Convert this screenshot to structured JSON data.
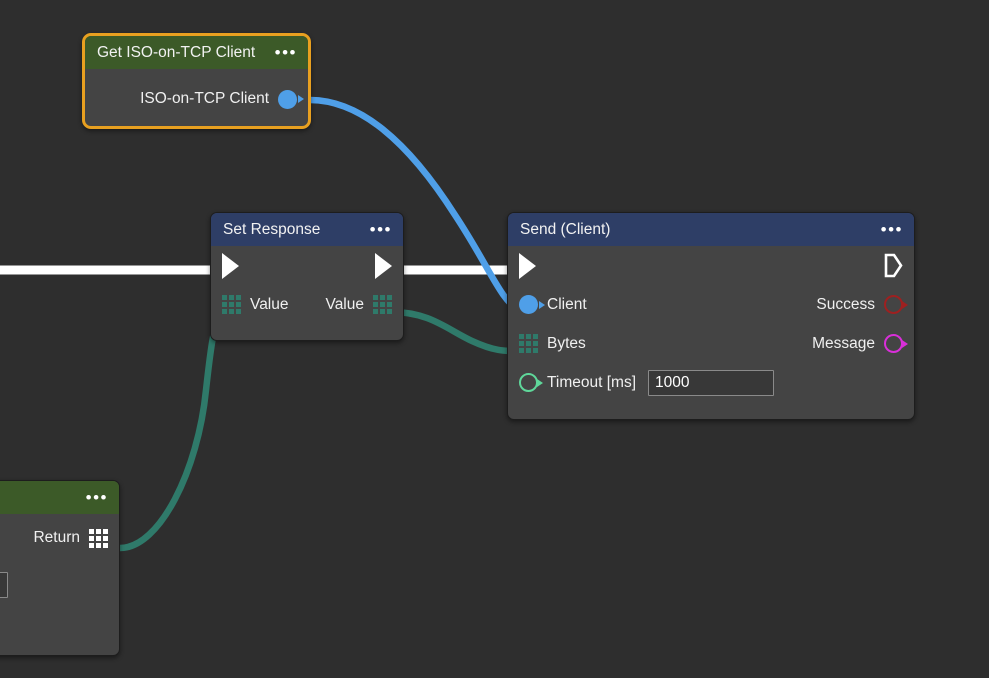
{
  "editor": {
    "background_color": "#2e2e2e",
    "node_body_color": "#444444",
    "selection_color": "#e8a020"
  },
  "nodes": [
    {
      "id": "get-client",
      "title": "Get ISO-on-TCP Client",
      "menu": "•••",
      "header_color": "#3c5a28",
      "selected": true,
      "outputs": [
        {
          "label": "ISO-on-TCP Client",
          "pin": "circle-filled-icon",
          "color": "#4f9fe8"
        }
      ]
    },
    {
      "id": "set-response",
      "title": "Set Response",
      "menu": "•••",
      "header_color": "#2e3e66",
      "selected": false,
      "exec_in": "exec-arrow-filled-icon",
      "exec_out": "exec-arrow-filled-icon",
      "input_label": "Value",
      "output_label": "Value",
      "grid_color": "#2f7a6a"
    },
    {
      "id": "send-client",
      "title": "Send (Client)",
      "menu": "•••",
      "header_color": "#2e3e66",
      "selected": false,
      "exec_in": "exec-arrow-filled-icon",
      "exec_out": "exec-arrow-hollow-icon",
      "inputs": [
        {
          "label": "Client",
          "pin": "circle-filled-icon",
          "color": "#4f9fe8"
        },
        {
          "label": "Bytes",
          "pin": "grid-icon",
          "color": "#2f7a6a"
        },
        {
          "label": "Timeout [ms]",
          "pin": "circle-hollow-icon",
          "color": "#5fd79a",
          "value": "1000"
        }
      ],
      "outputs": [
        {
          "label": "Success",
          "pin": "circle-hollow-icon",
          "color": "#9e2020"
        },
        {
          "label": "Message",
          "pin": "circle-hollow-icon",
          "color": "#d92fd9"
        }
      ]
    },
    {
      "id": "return",
      "title": "",
      "menu": "•••",
      "header_color": "#3c5a28",
      "selected": false,
      "outputs": [
        {
          "label": "Return",
          "pin": "grid-icon",
          "color": "#ffffff"
        }
      ],
      "field_value": ""
    }
  ],
  "wires": [
    {
      "name": "exec-in-to-set-response",
      "color": "#ffffff",
      "kind": "exec"
    },
    {
      "name": "set-response-exec-to-send-exec",
      "color": "#ffffff",
      "kind": "exec"
    },
    {
      "name": "iso-client-to-send-client",
      "color": "#4f9fe8",
      "kind": "data"
    },
    {
      "name": "return-to-set-response-value",
      "color": "#2f7a6a",
      "kind": "data"
    },
    {
      "name": "set-response-value-to-send-bytes",
      "color": "#2f7a6a",
      "kind": "data"
    }
  ]
}
